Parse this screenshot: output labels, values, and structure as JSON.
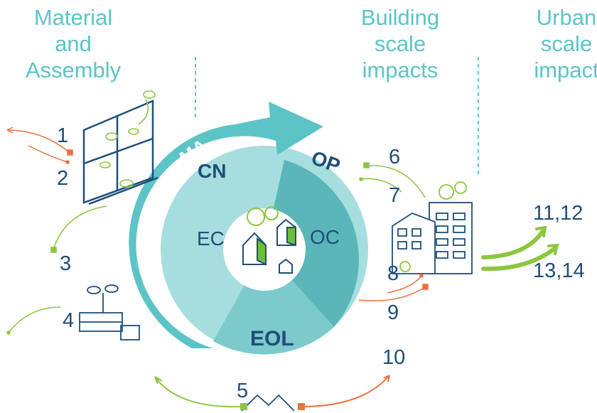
{
  "headings": {
    "material": [
      "Material",
      "and",
      "Assembly"
    ],
    "building": [
      "Building",
      "scale",
      "impacts"
    ],
    "urban": [
      "Urban",
      "scale",
      "impact"
    ]
  },
  "cycle": {
    "ma": "MA",
    "cn": "CN",
    "op": "OP",
    "ec": "EC",
    "oc": "OC",
    "eol": "EOL"
  },
  "numbers": {
    "n1": "1",
    "n2": "2",
    "n3": "3",
    "n4": "4",
    "n5": "5",
    "n6": "6",
    "n7": "7",
    "n8": "8",
    "n9": "9",
    "n10": "10",
    "n11_12": "11,12",
    "n13_14": "13,14"
  },
  "colors": {
    "teal": "#5cc4c7",
    "navy": "#1f4e79",
    "green": "#8cc63f",
    "orange": "#f07040",
    "light_teal": "#a6dedf"
  }
}
